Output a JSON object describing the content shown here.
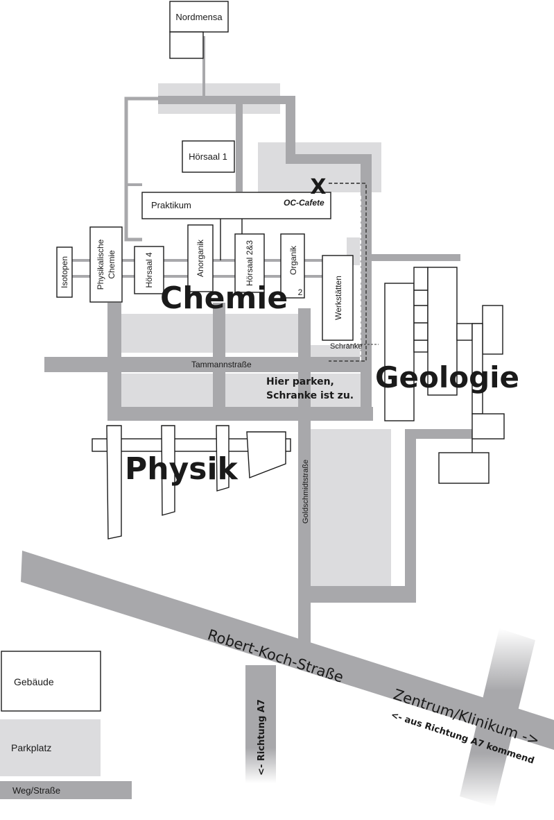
{
  "buildings": {
    "nordmensa": "Nordmensa",
    "hoersaal1": "Hörsaal 1",
    "praktikum": "Praktikum",
    "isotopen": "Isotopen",
    "physchem_line1": "Physikalische",
    "physchem_line2": "Chemie",
    "hoersaal4": "Hörsaal 4",
    "anorganik": "Anorganik",
    "hoersaal23": "Hörsaal 2&3",
    "organik": "Organik",
    "organik_num": "2",
    "werkstaetten": "Werkstätten"
  },
  "areas": {
    "chemie": "Chemie",
    "geologie": "Geologie",
    "physik": "Physik"
  },
  "markers": {
    "cafe_symbol": "X",
    "cafe_label": "OC-Cafete",
    "schranke": "Schranke"
  },
  "streets": {
    "tammann": "Tammannstraße",
    "goldschmidt": "Goldschmidtstraße",
    "robert_koch": "Robert-Koch-Straße",
    "zentrum": "Zentrum/Klinikum ->",
    "aus_a7": "<- aus Richtung A7 kommend",
    "richtung_a7": "<- Richtung A7"
  },
  "notes": {
    "parking_line1": "Hier parken,",
    "parking_line2": "Schranke ist zu."
  },
  "legend": {
    "building": "Gebäude",
    "parking": "Parkplatz",
    "road": "Weg/Straße"
  },
  "colors": {
    "road": "#a8a8ab",
    "parking": "#dcdcde",
    "building_outline": "#1a1a1a"
  }
}
